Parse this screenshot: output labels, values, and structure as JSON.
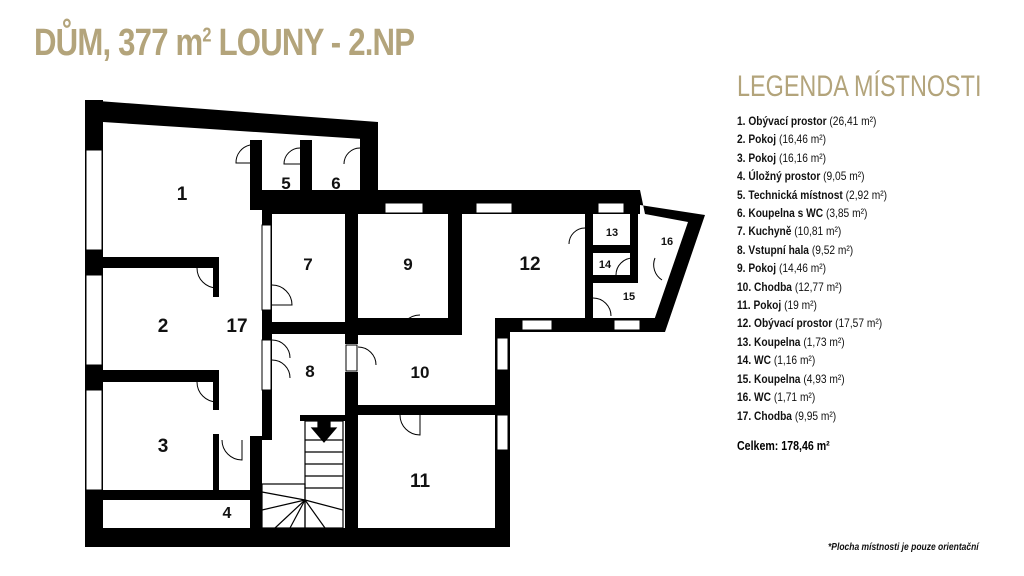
{
  "header": {
    "title_main": "DŮM, 377 m",
    "title_sup": "2",
    "title_rest": " LOUNY - 2.NP"
  },
  "legend": {
    "title": "LEGENDA MÍSTNOSTI",
    "items": [
      {
        "name": "1. Obývací prostor",
        "area": "(26,41 m²)"
      },
      {
        "name": "2. Pokoj",
        "area": "(16,46 m²)"
      },
      {
        "name": "3. Pokoj",
        "area": "(16,16 m²)"
      },
      {
        "name": "4. Úložný prostor",
        "area": "(9,05 m²)"
      },
      {
        "name": "5. Technická místnost",
        "area": "(2,92 m²)"
      },
      {
        "name": "6. Koupelna s WC",
        "area": "(3,85 m²)"
      },
      {
        "name": "7. Kuchyně",
        "area": "(10,81 m²)"
      },
      {
        "name": "8. Vstupní hala",
        "area": "(9,52 m²)"
      },
      {
        "name": "9. Pokoj",
        "area": "(14,46 m²)"
      },
      {
        "name": "10. Chodba",
        "area": "(12,77 m²)"
      },
      {
        "name": "11. Pokoj",
        "area": "(19 m²)"
      },
      {
        "name": "12. Obývací prostor",
        "area": "(17,57 m²)"
      },
      {
        "name": "13. Koupelna",
        "area": "(1,73 m²)"
      },
      {
        "name": "14. WC",
        "area": "(1,16 m²)"
      },
      {
        "name": "15. Koupelna",
        "area": "(4,93 m²)"
      },
      {
        "name": "16. WC",
        "area": "(1,71 m²)"
      },
      {
        "name": "17. Chodba",
        "area": "(9,95 m²)"
      }
    ],
    "total": "Celkem: 178,46 m²"
  },
  "plan": {
    "rooms": [
      "1",
      "2",
      "3",
      "4",
      "5",
      "6",
      "7",
      "8",
      "9",
      "10",
      "11",
      "12",
      "13",
      "14",
      "15",
      "16",
      "17"
    ]
  },
  "note": "*Plocha místnosti je pouze orientační",
  "colors": {
    "accent": "#b3a47b",
    "wall": "#000000"
  }
}
